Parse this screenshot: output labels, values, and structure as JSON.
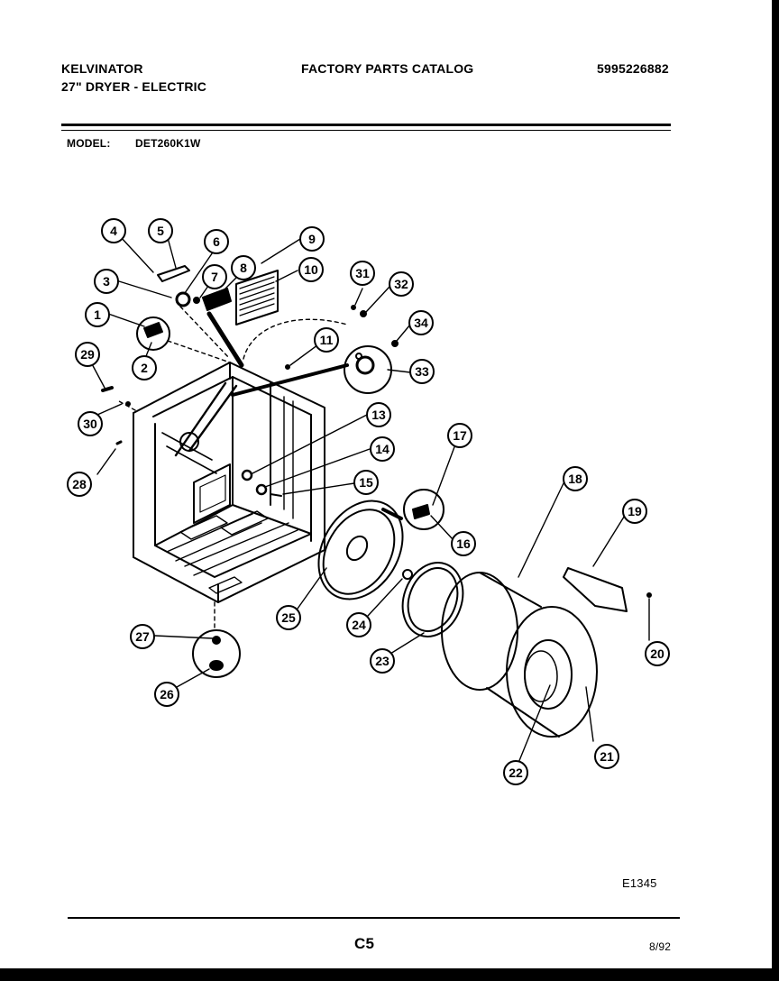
{
  "header": {
    "brand": "KELVINATOR",
    "product": "27\" DRYER - ELECTRIC",
    "catalog_title": "FACTORY PARTS CATALOG",
    "catalog_number": "5995226882",
    "model_label": "MODEL:",
    "model_value": "DET260K1W"
  },
  "footer": {
    "figure_code": "E1345",
    "page": "C5",
    "date": "8/92"
  },
  "callouts": [
    "1",
    "2",
    "3",
    "4",
    "5",
    "6",
    "7",
    "8",
    "9",
    "10",
    "11",
    "13",
    "14",
    "15",
    "16",
    "17",
    "18",
    "19",
    "20",
    "21",
    "22",
    "23",
    "24",
    "25",
    "26",
    "27",
    "28",
    "29",
    "30",
    "31",
    "32",
    "33",
    "34"
  ]
}
